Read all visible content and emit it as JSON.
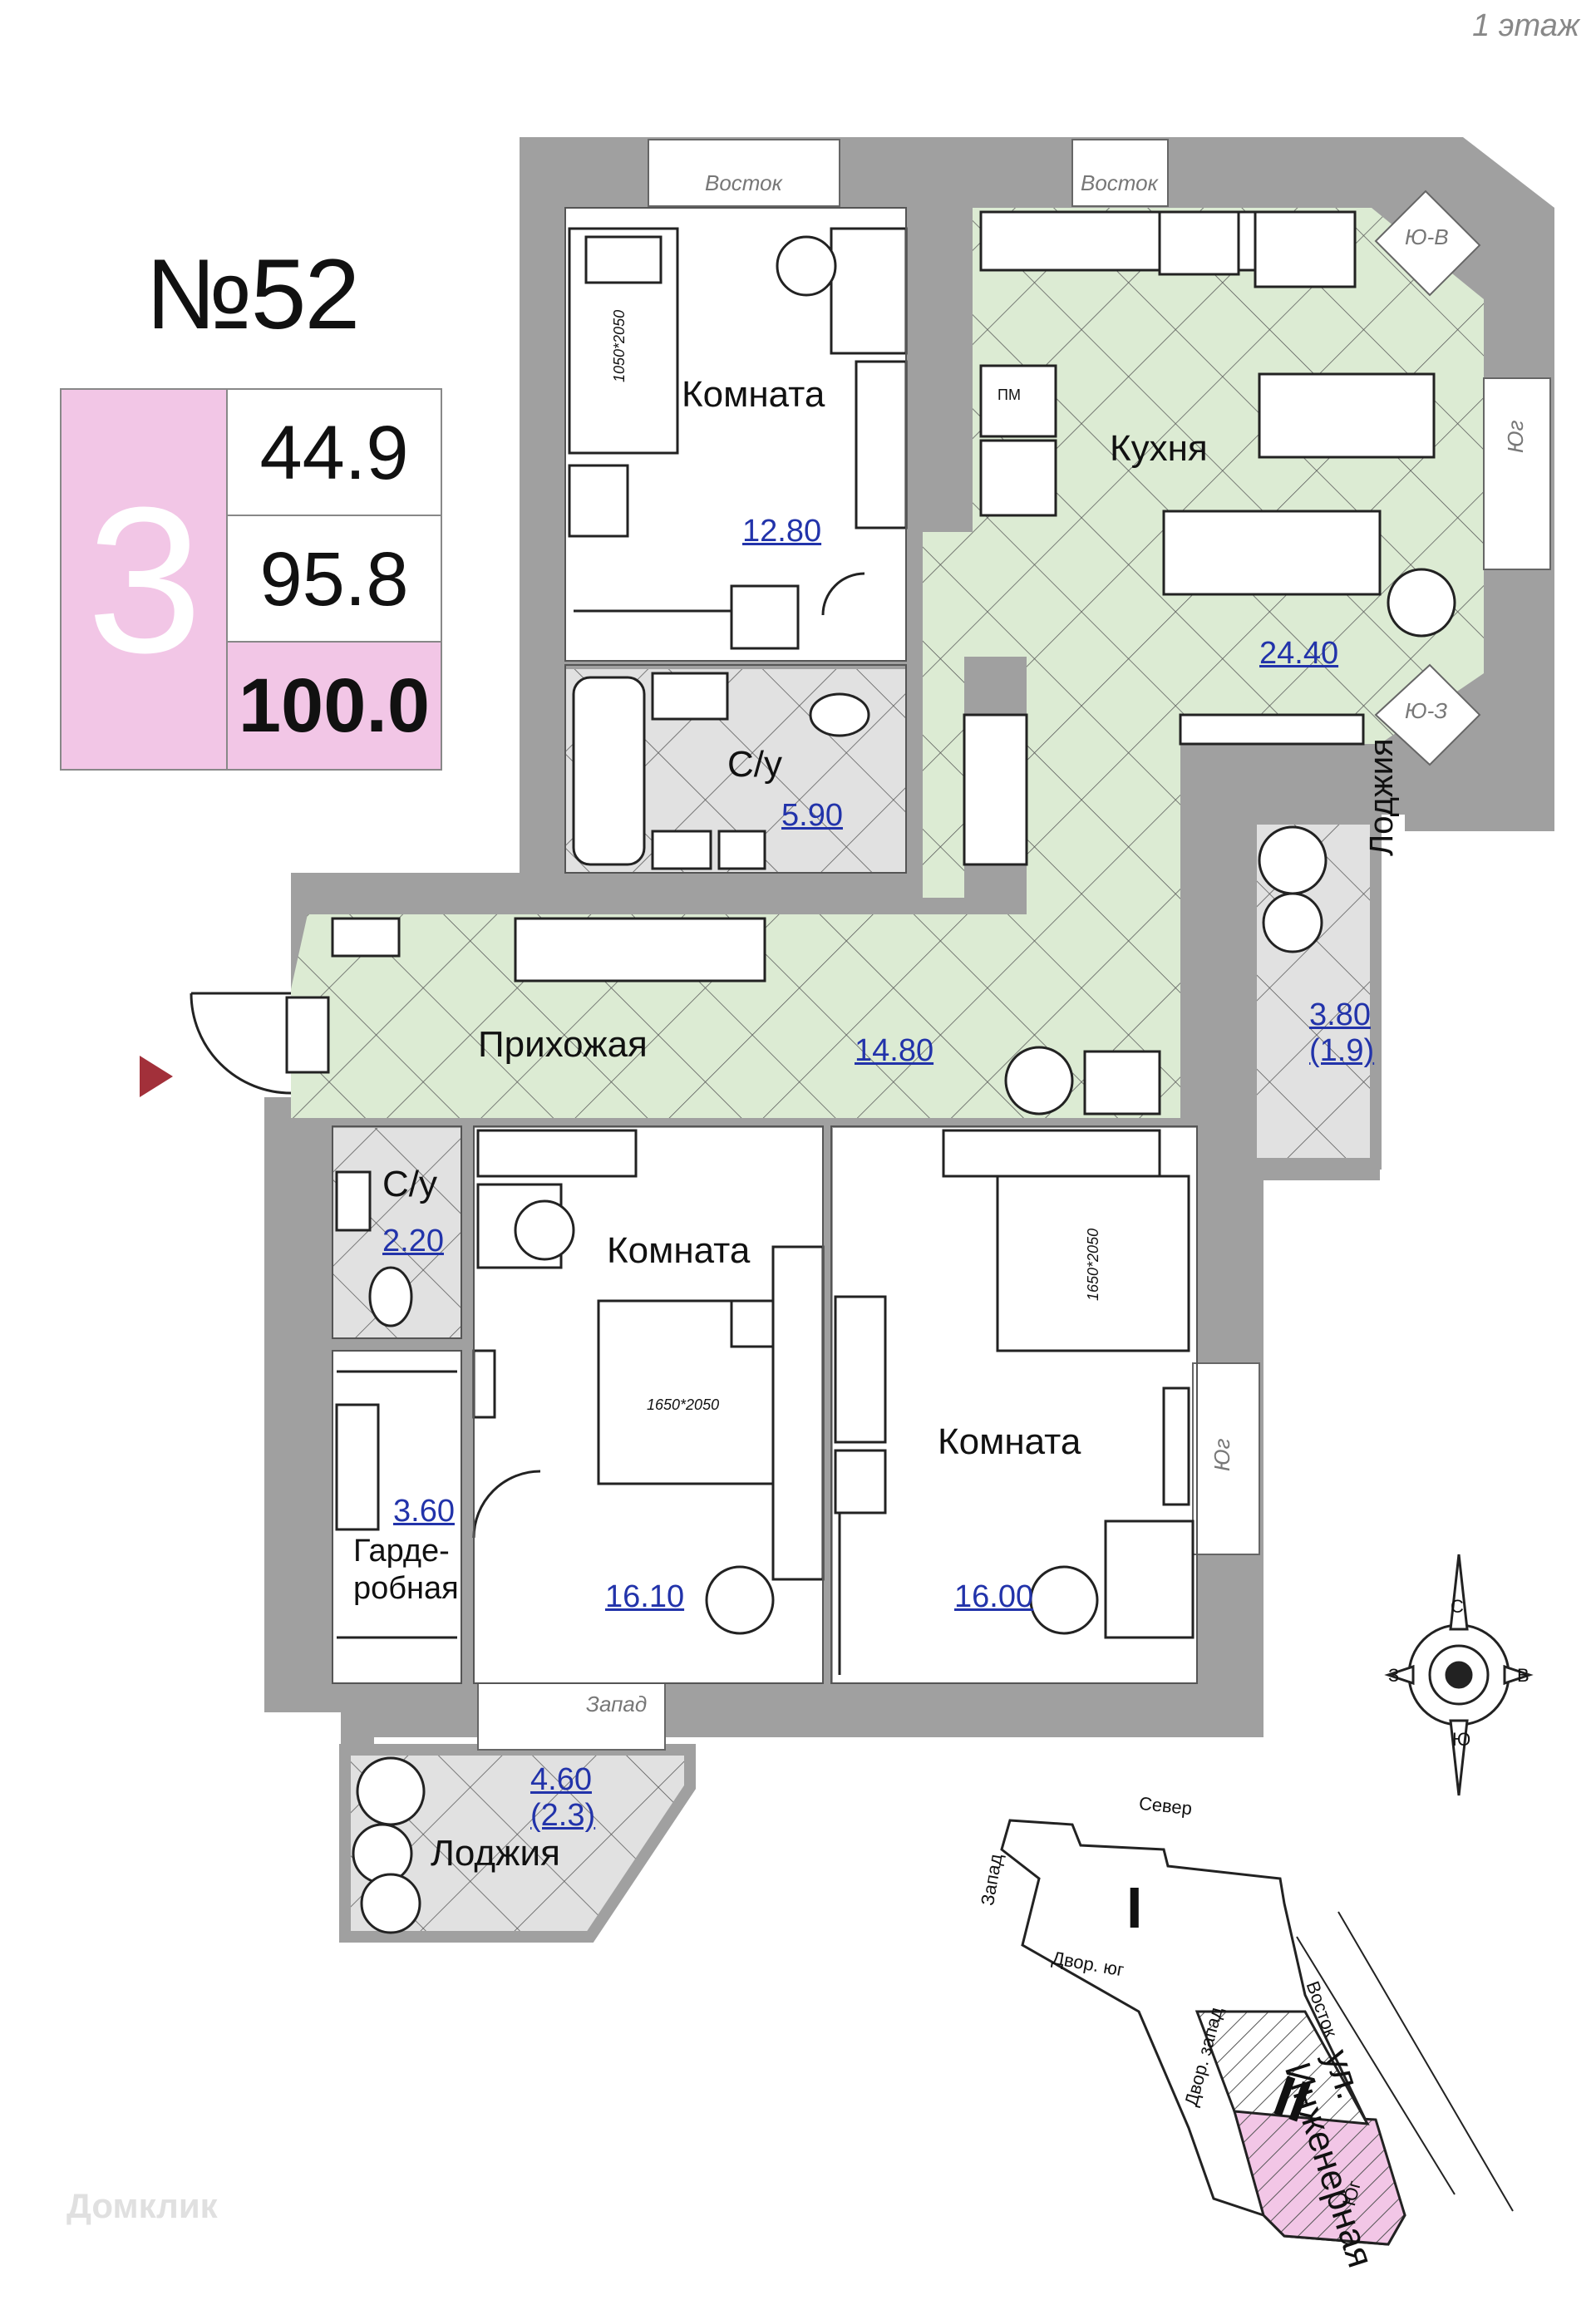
{
  "floor": "1 этаж",
  "apartment": {
    "number": "№52",
    "rooms": "3",
    "living_area": "44.9",
    "kitchen_other": "95.8",
    "total_area": "100.0"
  },
  "rooms": {
    "room_top": {
      "name": "Комната",
      "area": "12.80",
      "bed": "1050*2050"
    },
    "kitchen": {
      "name": "Кухня",
      "area": "24.40"
    },
    "bathroom_main": {
      "name": "С/у",
      "area": "5.90"
    },
    "hallway": {
      "name": "Прихожая",
      "area": "14.80"
    },
    "bathroom_small": {
      "name": "С/у",
      "area": "2.20"
    },
    "bedroom_left": {
      "name": "Комната",
      "area": "16.10",
      "bed": "1650*2050"
    },
    "bedroom_right": {
      "name": "Комната",
      "area": "16.00",
      "bed": "1650*2050"
    },
    "wardrobe": {
      "name_line1": "Гарде-",
      "name_line2": "робная",
      "area": "3.60"
    },
    "loggia_east": {
      "name": "Лоджия",
      "area": "3.80",
      "area_coef": "(1.9)"
    },
    "loggia_west": {
      "name": "Лоджия",
      "area": "4.60",
      "area_coef": "(2.3)"
    }
  },
  "window_labels": {
    "east1": "Восток",
    "east2": "Восток",
    "south_east": "Ю-В",
    "south1": "Юг",
    "south_west": "Ю-З",
    "south2": "Юг",
    "west": "Запад",
    "pm": "ПМ"
  },
  "compass": {
    "n": "С",
    "s": "Ю",
    "w": "З",
    "e": "В"
  },
  "site_plan": {
    "street": "ул. Инженерная",
    "north": "Север",
    "west": "Запад",
    "east": "Восток",
    "south": "Юг",
    "yard_south": "Двор. юг",
    "yard_west": "Двор. запад",
    "block1": "I",
    "block2": "II"
  },
  "watermark": "Домклик",
  "colors": {
    "floor_green": "#dcebd3",
    "tile_gray": "#e1e1e1",
    "wall": "#a0a0a0",
    "accent_pink": "#f2c6e6",
    "area_blue": "#2233aa"
  }
}
